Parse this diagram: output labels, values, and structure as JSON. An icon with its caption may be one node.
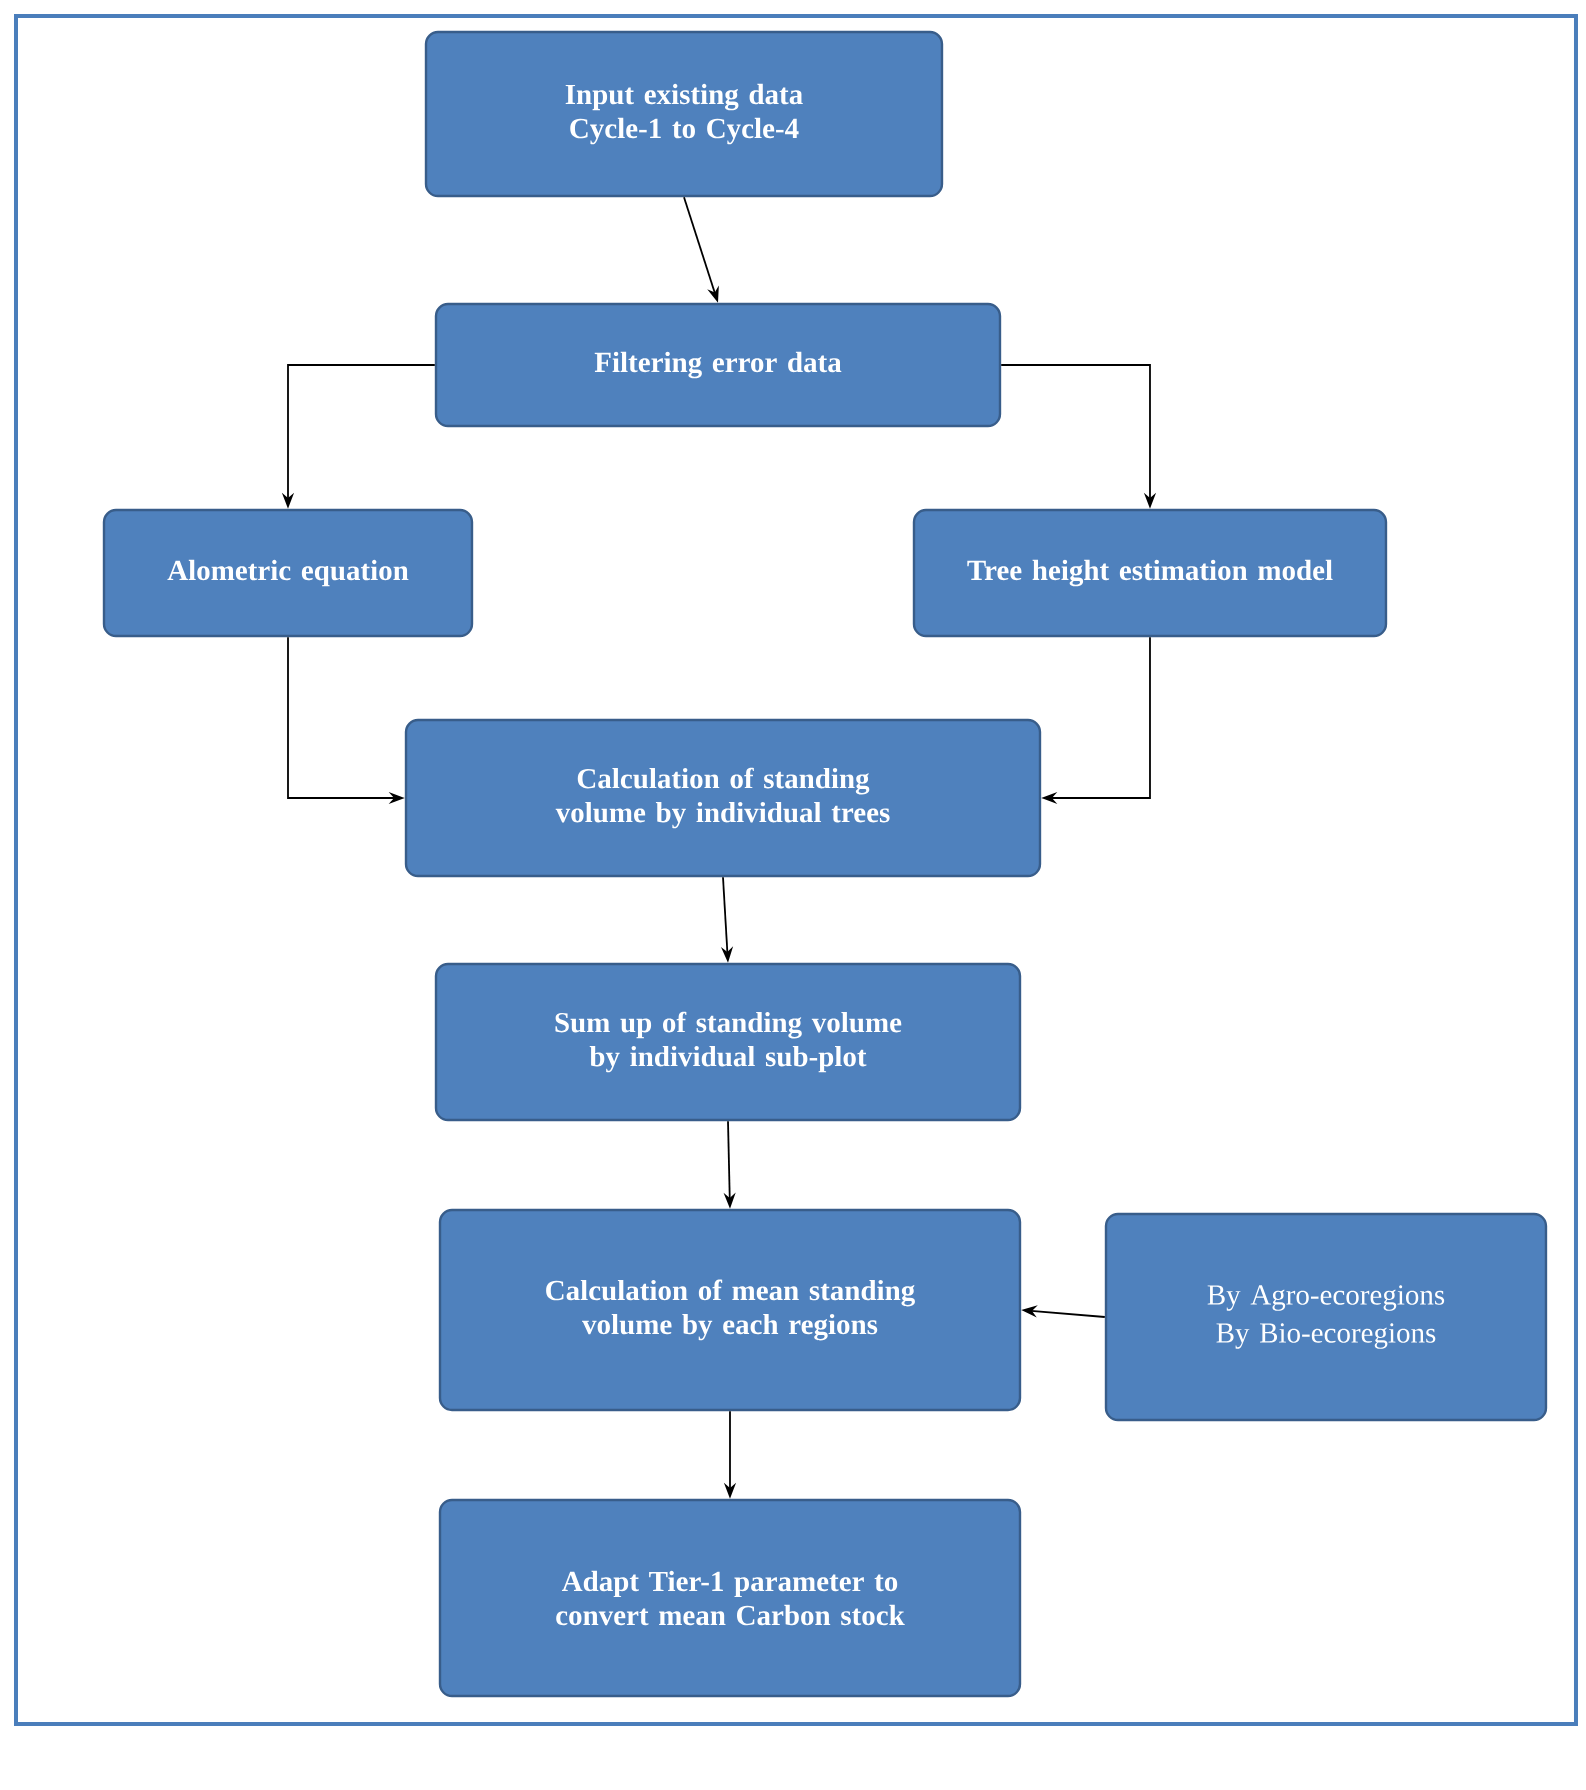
{
  "diagram": {
    "nodes": [
      {
        "text": [
          "Input existing data Cycle-1 to Cycle-4"
        ]
      },
      {
        "text": [
          "Filtering error data"
        ]
      },
      {
        "text": [
          "Alometric equation"
        ]
      },
      {
        "text": [
          "Tree height estimation model"
        ]
      },
      {
        "text": [
          "Calculation of standing volume by individual trees"
        ]
      },
      {
        "text": [
          "Sum up of standing volume by individual sub-plot"
        ]
      },
      {
        "text": [
          "Calculation of mean standing volume by each regions"
        ]
      },
      {
        "text": [
          "By Agro-ecoregions",
          "By Bio-ecoregions"
        ]
      },
      {
        "text": [
          "Adapt Tier-1 parameter to convert mean Carbon stock"
        ]
      }
    ],
    "edges": [
      {
        "from": 0,
        "to": 1,
        "arrow": "to"
      },
      {
        "from": 1,
        "to": 2,
        "arrow": "to"
      },
      {
        "from": 1,
        "to": 3,
        "arrow": "to"
      },
      {
        "from": 2,
        "to": 4,
        "arrow": "to"
      },
      {
        "from": 3,
        "to": 4,
        "arrow": "to"
      },
      {
        "from": 4,
        "to": 5,
        "arrow": "to"
      },
      {
        "from": 5,
        "to": 6,
        "arrow": "to"
      },
      {
        "from": 7,
        "to": 6,
        "arrow": "to"
      },
      {
        "from": 6,
        "to": 8,
        "arrow": "to"
      }
    ]
  }
}
